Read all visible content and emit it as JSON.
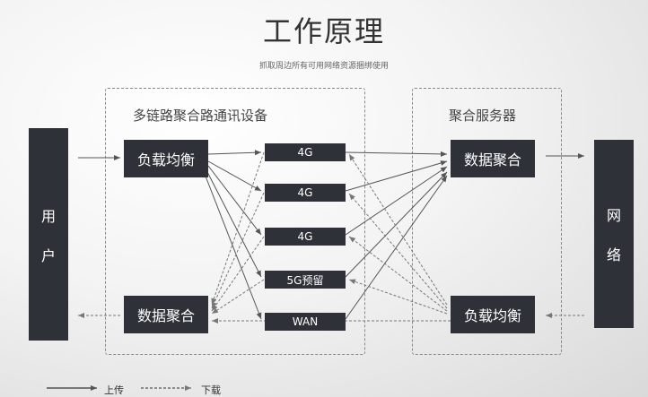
{
  "title": "工作原理",
  "subtitle": "抓取周边所有可用网络资源捆绑使用",
  "left_group": {
    "label": "多链路聚合路通讯设备",
    "load_balance": "负载均衡",
    "aggregate": "数据聚合",
    "links": [
      "4G",
      "4G",
      "4G",
      "5G预留",
      "WAN"
    ]
  },
  "right_group": {
    "label": "聚合服务器",
    "aggregate": "数据聚合",
    "load_balance": "负载均衡"
  },
  "user": [
    "用",
    "户"
  ],
  "network": [
    "网",
    "络"
  ],
  "legend": {
    "upload": "上传",
    "download": "下载"
  }
}
